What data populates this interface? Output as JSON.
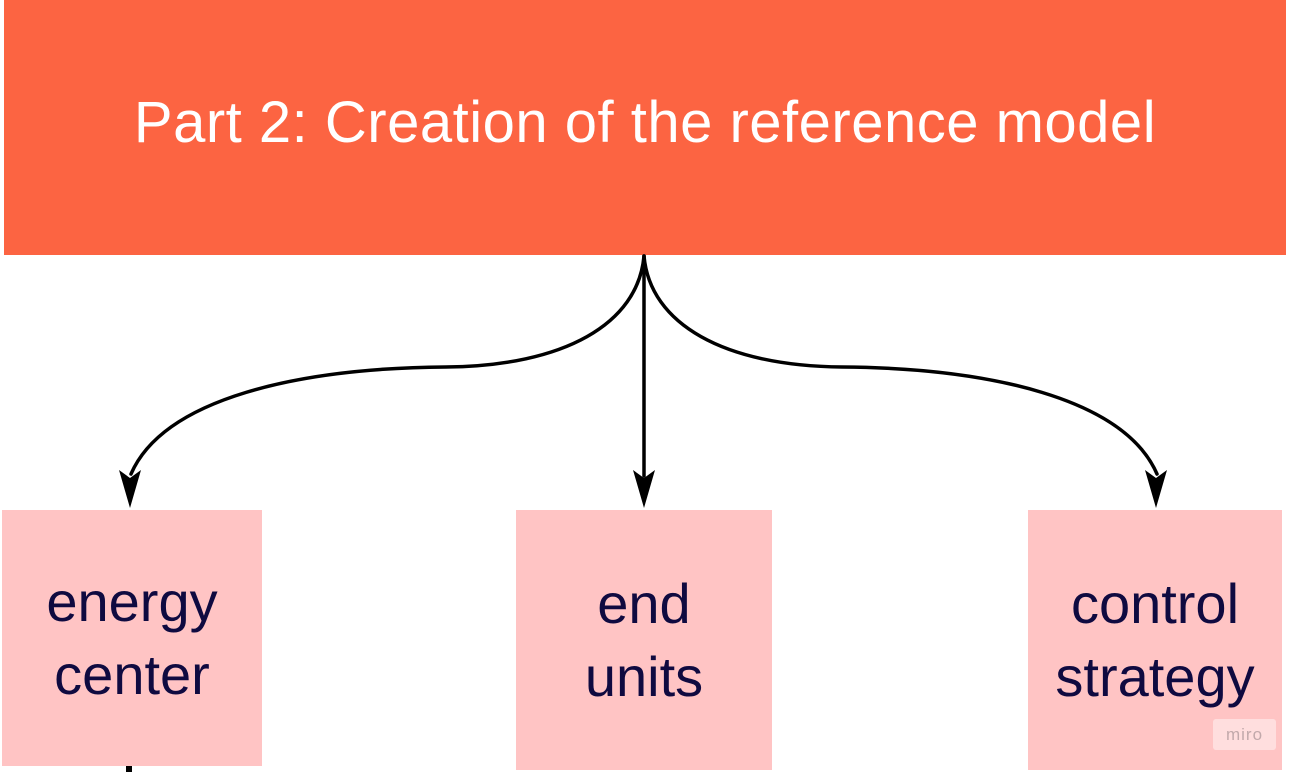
{
  "banner": {
    "title": "Part 2: Creation of the reference model",
    "bg_color": "#fc6442",
    "text_color": "#ffffff"
  },
  "boxes": [
    {
      "label": "energy\ncenter"
    },
    {
      "label": "end\nunits"
    },
    {
      "label": "control\nstrategy"
    }
  ],
  "box_style": {
    "bg_color": "#ffc4c4",
    "text_color": "#0f0a40"
  },
  "connectors": {
    "count": 3,
    "color": "#000000",
    "description": "three curved arrows from banner bottom-center to each box"
  },
  "watermark": {
    "label": "miro"
  }
}
